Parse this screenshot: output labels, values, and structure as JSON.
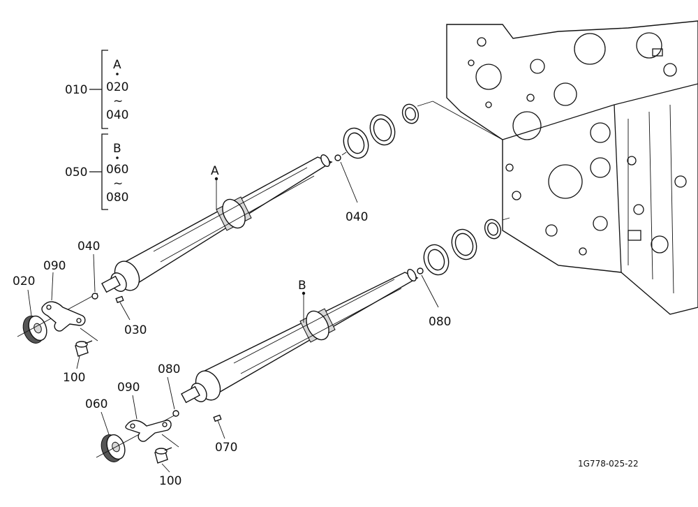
{
  "legend": {
    "group1": {
      "code": "010",
      "letter": "A",
      "from": "020",
      "tilde": "~",
      "to": "040"
    },
    "group2": {
      "code": "050",
      "letter": "B",
      "from": "060",
      "tilde": "~",
      "to": "080"
    }
  },
  "callouts": {
    "shaft_a": "A",
    "shaft_b": "B",
    "bushing_a": "040",
    "bushing_b": "080",
    "ball_a": "040",
    "ball_b": "080",
    "gear_a": "020",
    "gear_b": "060",
    "plate_a": "090",
    "plate_b": "090",
    "key_a": "030",
    "key_b": "070",
    "bolt_a": "100",
    "bolt_b": "100"
  },
  "figure_id": "1G778-025-22"
}
